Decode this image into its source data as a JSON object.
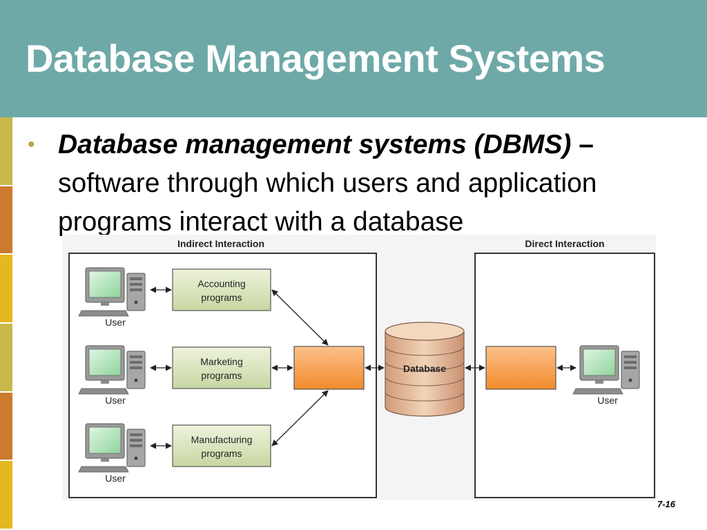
{
  "slide": {
    "title": "Database Management Systems",
    "bullet": {
      "term": "Database management systems (DBMS)",
      "dash": "–",
      "definition": "software through which users and application programs interact with a database"
    },
    "page_number": "7-16"
  },
  "diagram": {
    "panels": {
      "indirect": "Indirect Interaction",
      "direct": "Direct Interaction"
    },
    "users": [
      "User",
      "User",
      "User",
      "User"
    ],
    "programs": [
      [
        "Accounting",
        "programs"
      ],
      [
        "Marketing",
        "programs"
      ],
      [
        "Manufacturing",
        "programs"
      ]
    ],
    "database_label": "Database"
  },
  "colors": {
    "header": "#6ea9a8",
    "stripe": [
      "#c8b84a",
      "#cc7a2e",
      "#e6b820",
      "#c8b84a",
      "#cc7a2e",
      "#e6b820"
    ],
    "program_box": "#dfe8c4",
    "dbms_box": "#f7a04a",
    "database": "#e0b38f"
  }
}
